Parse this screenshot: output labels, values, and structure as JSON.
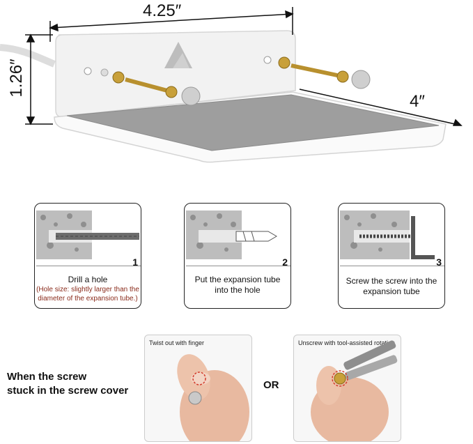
{
  "dimensions": {
    "width_label": "4.25″",
    "height_label": "1.26″",
    "depth_label": "4″"
  },
  "steps": [
    {
      "number": "1",
      "caption": "Drill a hole",
      "note_line1": "(Hole size: slightly larger than the",
      "note_line2": "diameter of the expansion tube.)"
    },
    {
      "number": "2",
      "caption_line1": "Put the expansion tube",
      "caption_line2": "into the hole"
    },
    {
      "number": "3",
      "caption_line1": "Screw the screw into the",
      "caption_line2": "expansion tube"
    }
  ],
  "stuck": {
    "line1": "When the screw",
    "line2": "stuck in the screw cover",
    "or_label": "OR",
    "photo1_label": "Twist out with finger",
    "photo2_label": "Unscrew with tool-assisted rotation"
  }
}
